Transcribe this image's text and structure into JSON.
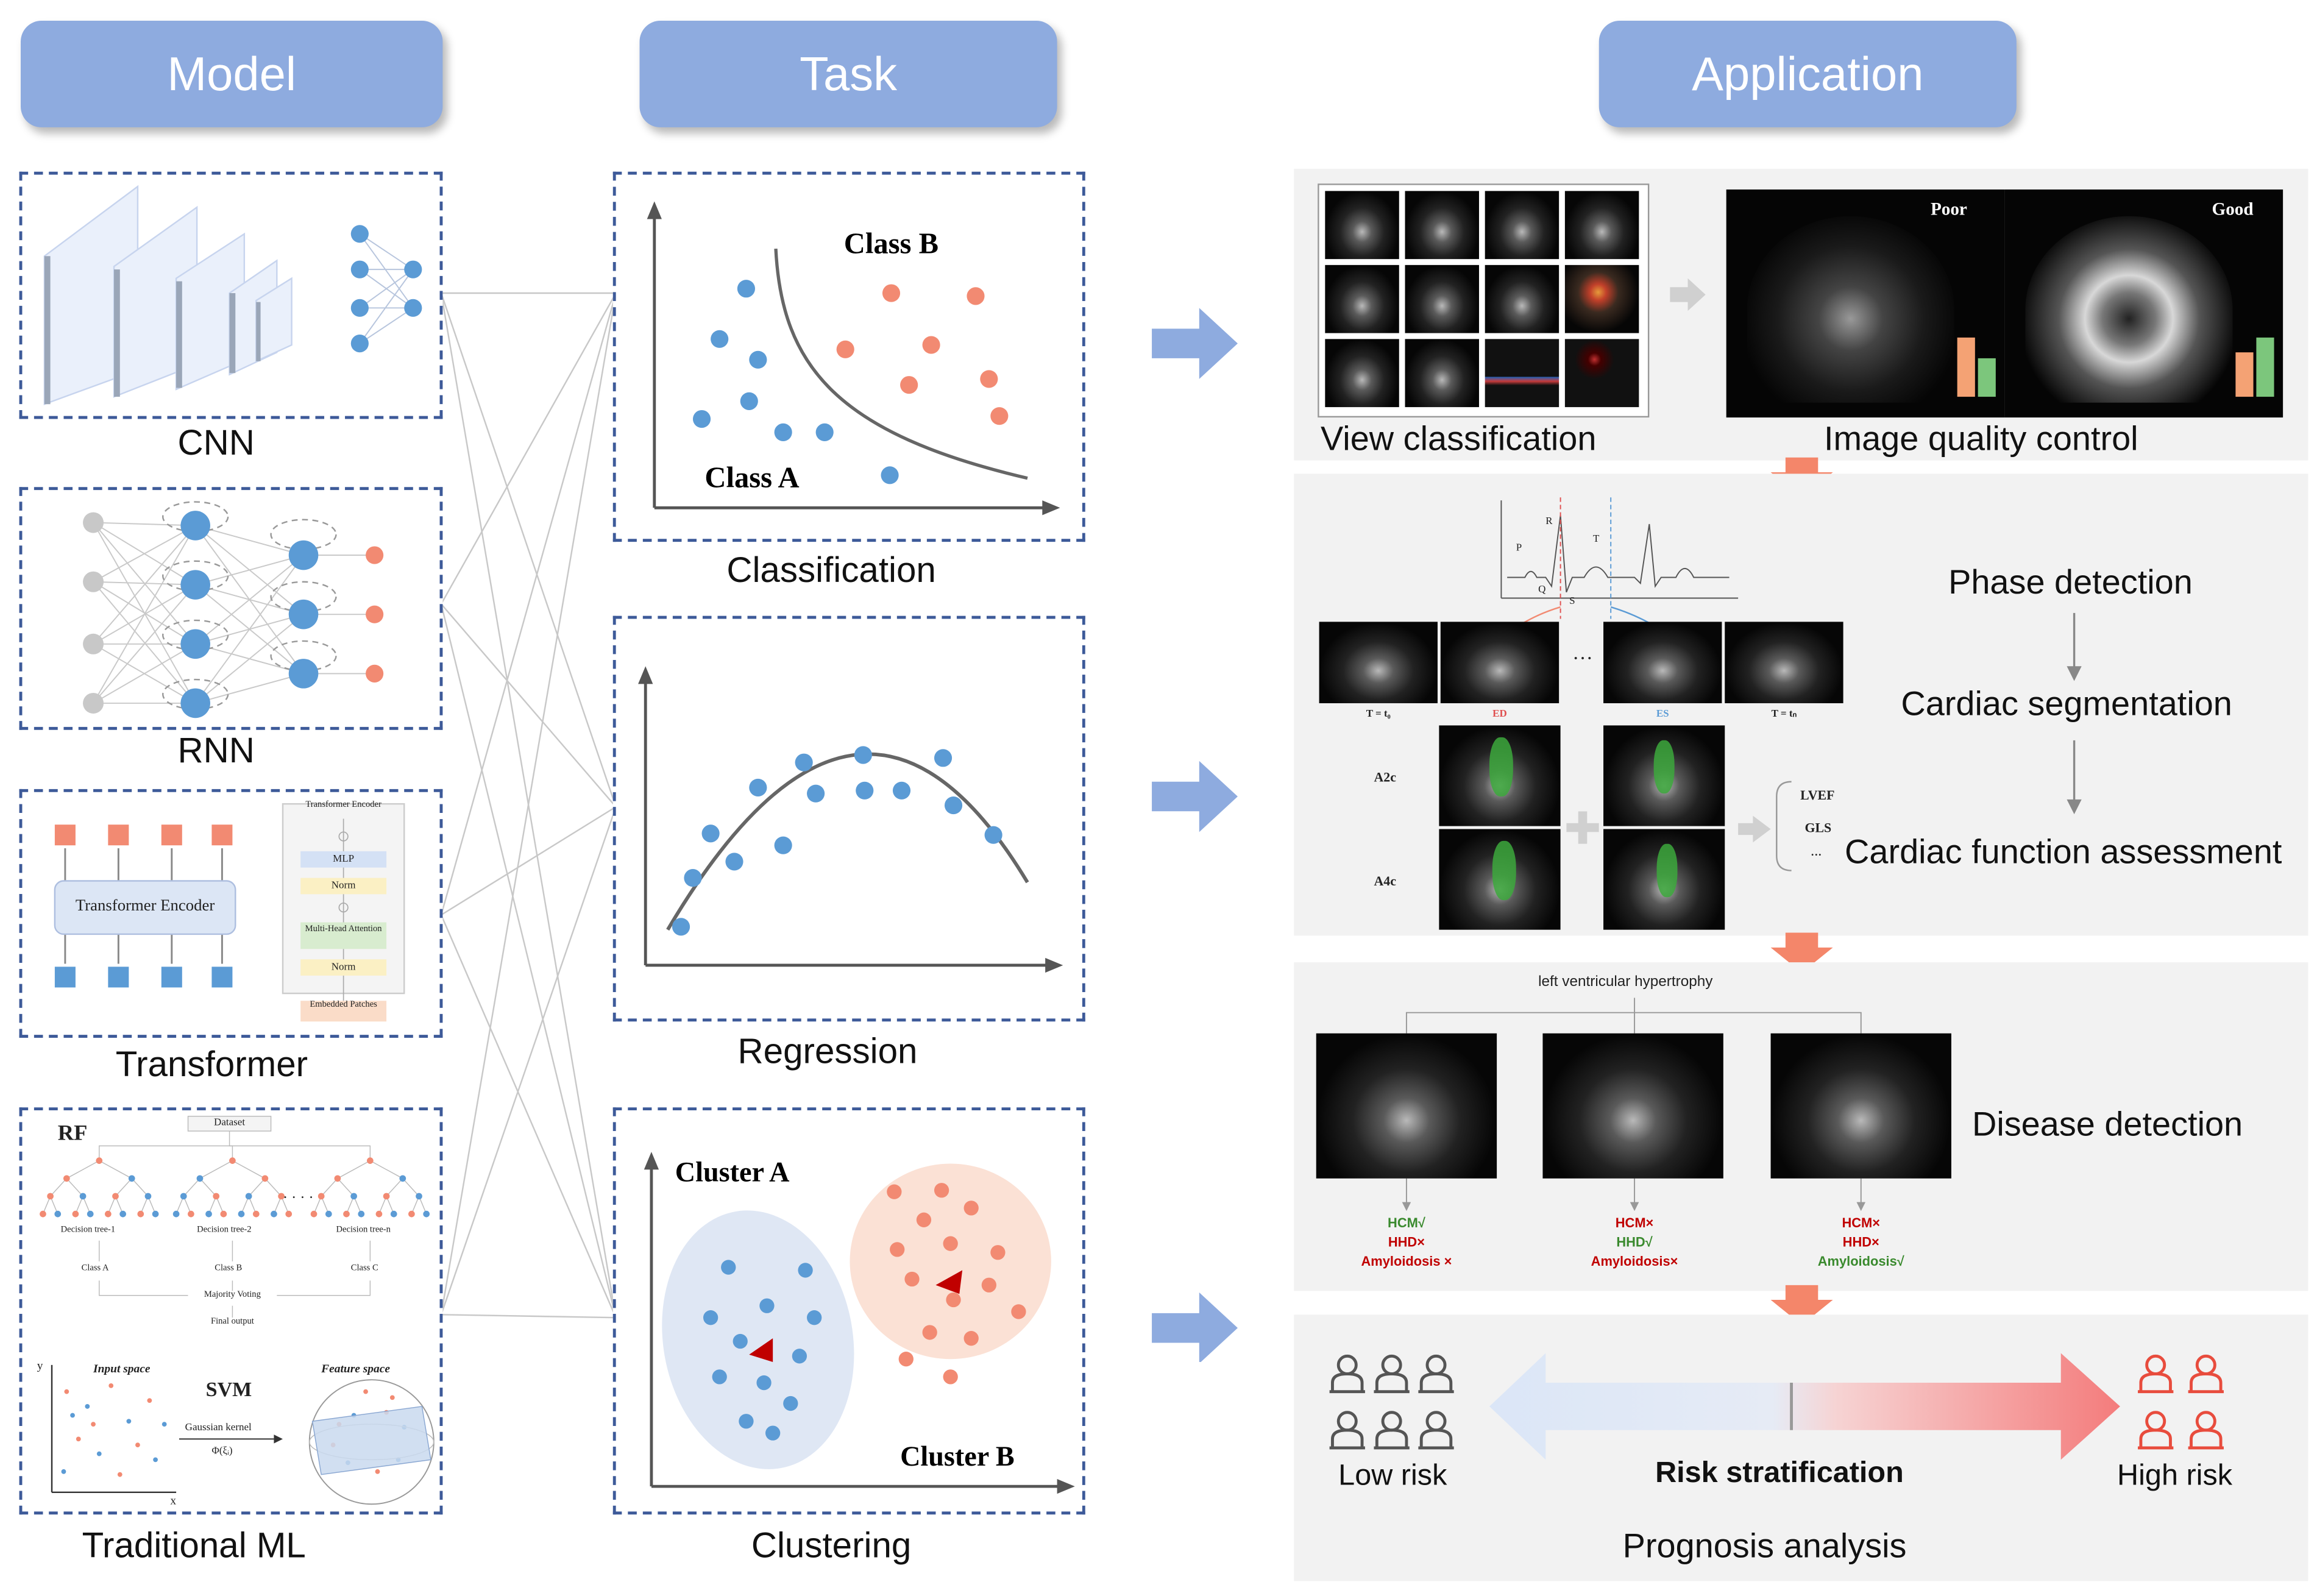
{
  "headers": {
    "model": "Model",
    "task": "Task",
    "application": "Application"
  },
  "models": {
    "cnn": "CNN",
    "rnn": "RNN",
    "transformer": "Transformer",
    "traditional": "Traditional ML",
    "transformer_encoder": "Transformer Encoder",
    "block_title": "Transformer Encoder",
    "mlp": "MLP",
    "norm": "Norm",
    "attention": "Multi-Head Attention",
    "norm2": "Norm",
    "patches": "Embedded Patches",
    "rf": "RF",
    "dataset": "Dataset",
    "trees": [
      "Decision tree-1",
      "Decision tree-2",
      "Decision tree-n"
    ],
    "dots": "· · · ·",
    "classes": [
      "Class A",
      "Class B",
      "Class C"
    ],
    "voting": "Majority Voting",
    "final": "Final output",
    "svm": "SVM",
    "input_space": "Input space",
    "feature_space": "Feature space",
    "kernel": "Gaussian kernel",
    "phi": "Φ(ξᵢ)",
    "axis_y": "y",
    "axis_x": "x"
  },
  "tasks": {
    "classification": "Classification",
    "regression": "Regression",
    "clustering": "Clustering",
    "class_a": "Class A",
    "class_b": "Class B",
    "cluster_a": "Cluster A",
    "cluster_b": "Cluster B"
  },
  "application": {
    "view_classification": "View classification",
    "image_quality": "Image quality control",
    "poor": "Poor",
    "good": "Good",
    "phase_detection": "Phase detection",
    "cardiac_segmentation": "Cardiac segmentation",
    "cardiac_function": "Cardiac function assessment",
    "ecg": {
      "p": "P",
      "q": "Q",
      "r": "R",
      "s": "S",
      "t": "T"
    },
    "frames": {
      "t0": "T = t₀",
      "ed": "ED",
      "dots": "···",
      "es": "ES",
      "tn": "T = tₙ"
    },
    "a2c": "A2c",
    "a4c": "A4c",
    "lvef": "LVEF",
    "gls": "GLS",
    "etc": "...",
    "lvh": "left ventricular hypertrophy",
    "disease_detection": "Disease detection",
    "diagnoses": [
      [
        {
          "t": "HCM√",
          "c": "#3a8a2e"
        },
        {
          "t": "HHD×",
          "c": "#c00000"
        },
        {
          "t": "Amyloidosis ×",
          "c": "#c00000"
        }
      ],
      [
        {
          "t": "HCM×",
          "c": "#c00000"
        },
        {
          "t": "HHD√",
          "c": "#3a8a2e"
        },
        {
          "t": "Amyloidosis×",
          "c": "#c00000"
        }
      ],
      [
        {
          "t": "HCM×",
          "c": "#c00000"
        },
        {
          "t": "HHD×",
          "c": "#c00000"
        },
        {
          "t": "Amyloidosis√",
          "c": "#3a8a2e"
        }
      ]
    ],
    "low_risk": "Low risk",
    "risk_stratification": "Risk stratification",
    "high_risk": "High risk",
    "prognosis": "Prognosis analysis"
  },
  "colors": {
    "header": "#8eabdf",
    "blue_point": "#5b9bd5",
    "red_point": "#f28a72",
    "flow_arrow": "#f4866a",
    "big_arrow": "#8eabdf",
    "segmentation": "#3ca83c"
  }
}
